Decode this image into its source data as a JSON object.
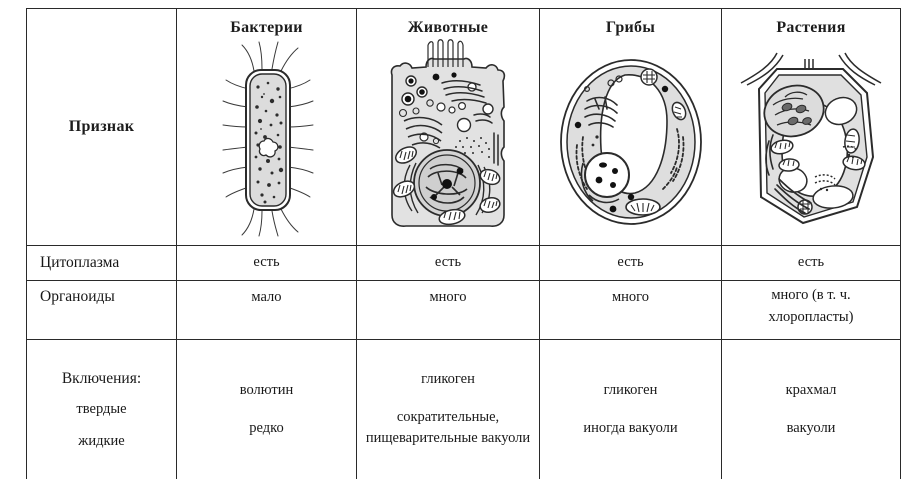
{
  "table": {
    "columns": [
      {
        "key": "feature",
        "label": "Признак"
      },
      {
        "key": "bacteria",
        "label": "Бактерии",
        "art": "bacteria-cell-diagram"
      },
      {
        "key": "animals",
        "label": "Животные",
        "art": "animal-cell-diagram"
      },
      {
        "key": "fungi",
        "label": "Грибы",
        "art": "fungus-cell-diagram"
      },
      {
        "key": "plants",
        "label": "Растения",
        "art": "plant-cell-diagram"
      }
    ],
    "rows": [
      {
        "name": "cytoplasm",
        "label": "Цитоплазма",
        "values": [
          "есть",
          "есть",
          "есть",
          "есть"
        ]
      },
      {
        "name": "organoids",
        "label": "Органоиды",
        "values": [
          "мало",
          "много",
          "много",
          "много (в т. ч. хлоропласты)"
        ]
      },
      {
        "name": "inclusions",
        "label": "Включения:",
        "sublabels": [
          "твердые",
          "жидкие"
        ],
        "solid": [
          "волютин",
          "гликоген",
          "гликоген",
          "крахмал"
        ],
        "liquid": [
          "редко",
          "сократительные, пищеварительные вакуоли",
          "иногда вакуоли",
          "вакуоли"
        ]
      }
    ]
  },
  "colors": {
    "border": "#2a2a2a",
    "text": "#1a1a1a",
    "cell_fill": "#d9d9d9",
    "page_bg": "#ffffff"
  }
}
